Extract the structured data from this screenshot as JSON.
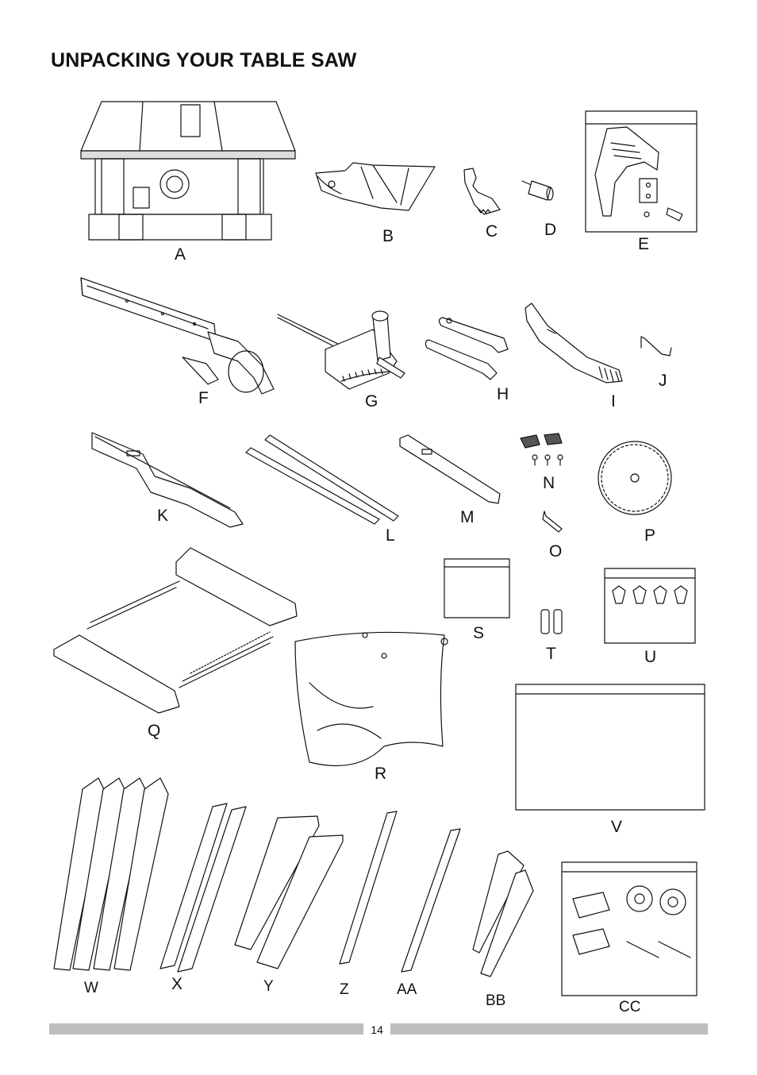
{
  "page": {
    "title": "UNPACKING YOUR TABLE SAW",
    "page_number": "14"
  },
  "parts": {
    "A": "A",
    "B": "B",
    "C": "C",
    "D": "D",
    "E": "E",
    "F": "F",
    "G": "G",
    "H": "H",
    "I": "I",
    "J": "J",
    "K": "K",
    "L": "L",
    "M": "M",
    "N": "N",
    "O": "O",
    "P": "P",
    "Q": "Q",
    "R": "R",
    "S": "S",
    "T": "T",
    "U": "U",
    "V": "V",
    "W": "W",
    "X": "X",
    "Y": "Y",
    "Z": "Z",
    "AA": "AA",
    "BB": "BB",
    "CC": "CC"
  }
}
